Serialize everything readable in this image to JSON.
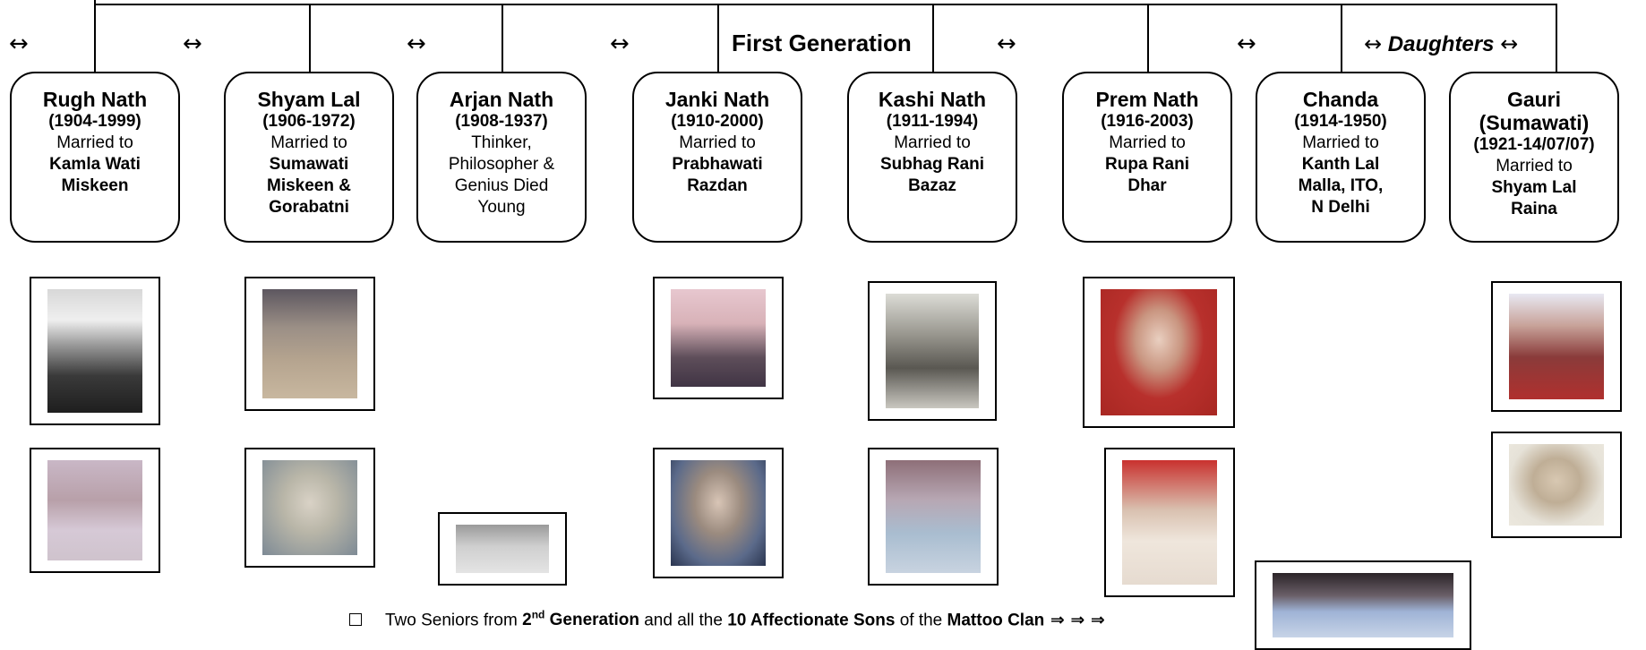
{
  "heading": {
    "generation_label": "First Generation",
    "daughters_label": "Daughters",
    "arrow": "↔"
  },
  "members": [
    {
      "name": "Rugh Nath",
      "years": "(1904-1999)",
      "lines": [
        "Married to"
      ],
      "spouse": [
        "Kamla Wati",
        "Miskeen"
      ]
    },
    {
      "name": "Shyam Lal",
      "years": "(1906-1972)",
      "lines": [
        "Married to"
      ],
      "spouse": [
        "Sumawati",
        "Miskeen &",
        "Gorabatni"
      ]
    },
    {
      "name": "Arjan Nath",
      "years": "(1908-1937)",
      "lines": [
        "Thinker,",
        "Philosopher &",
        "Genius Died",
        "Young"
      ],
      "spouse": []
    },
    {
      "name": "Janki Nath",
      "years": "(1910-2000)",
      "lines": [
        "Married to"
      ],
      "spouse": [
        "Prabhawati",
        "Razdan"
      ]
    },
    {
      "name": "Kashi Nath",
      "years": "(1911-1994)",
      "lines": [
        "Married to"
      ],
      "spouse": [
        "Subhag Rani",
        "Bazaz"
      ]
    },
    {
      "name": "Prem Nath",
      "years": "(1916-2003)",
      "lines": [
        "Married to"
      ],
      "spouse": [
        "Rupa Rani",
        "Dhar"
      ]
    },
    {
      "name": "Chanda",
      "years": "(1914-1950)",
      "lines": [
        "Married to"
      ],
      "spouse": [
        "Kanth Lal",
        "Malla, ITO,",
        "N Delhi"
      ]
    },
    {
      "name": "Gauri (Sumawati)",
      "name_lines": [
        "Gauri",
        "(Sumawati)"
      ],
      "years": "(1921-14/07/07)",
      "lines": [
        "Married to"
      ],
      "spouse": [
        "Shyam Lal",
        "Raina"
      ]
    }
  ],
  "footnote": {
    "pre": "Two Seniors from ",
    "gen_num": "2",
    "gen_sup": "nd",
    "gen_word": " Generation",
    "mid": " and all the ",
    "sons": "10 Affectionate Sons",
    "of_the": " of the ",
    "clan": "Mattoo Clan",
    "arrows": " ⇒ ⇒ ⇒"
  },
  "colors": {
    "line": "#000000",
    "background": "#ffffff"
  }
}
